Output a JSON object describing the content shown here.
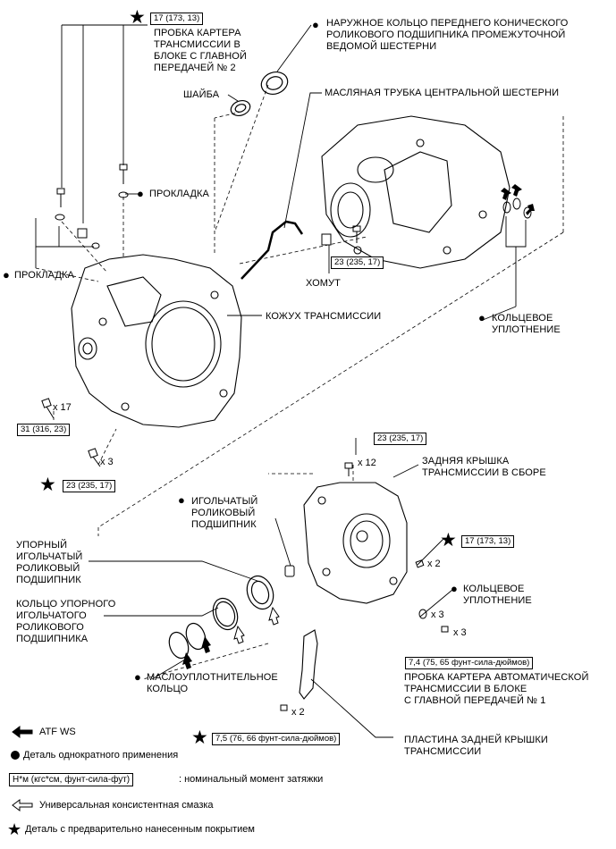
{
  "labels": {
    "plug1_lines": [
      "ПРОБКА КАРТЕРА",
      "ТРАНСМИССИИ В",
      "БЛОКЕ С ГЛАВНОЙ",
      "ПЕРЕДАЧЕЙ № 2"
    ],
    "outer_ring_lines": [
      "НАРУЖНОЕ КОЛЬЦО ПЕРЕДНЕГО КОНИЧЕСКОГО",
      "РОЛИКОВОГО ПОДШИПНИКА ПРОМЕЖУТОЧНОЙ",
      "ВЕДОМОЙ ШЕСТЕРНИ"
    ],
    "washer": "ШАЙБА",
    "oil_pipe": "МАСЛЯНАЯ ТРУБКА ЦЕНТРАЛЬНОЙ ШЕСТЕРНИ",
    "gasket_right": "ПРОКЛАДКА",
    "gasket_left": "ПРОКЛАДКА",
    "clamp": "ХОМУТ",
    "case": "КОЖУХ ТРАНСМИССИИ",
    "oring1_lines": [
      "КОЛЬЦЕВОЕ",
      "УПЛОТНЕНИЕ"
    ],
    "rear_cover_lines": [
      "ЗАДНЯЯ КРЫШКА",
      "ТРАНСМИССИИ В СБОРЕ"
    ],
    "needle_bearing_lines": [
      "ИГОЛЬЧАТЫЙ",
      "РОЛИКОВЫЙ",
      "ПОДШИПНИК"
    ],
    "thrust_bearing_lines": [
      "УПОРНЫЙ",
      "ИГОЛЬЧАТЫЙ",
      "РОЛИКОВЫЙ",
      "ПОДШИПНИК"
    ],
    "thrust_race_lines": [
      "КОЛЬЦО УПОРНОГО",
      "ИГОЛЬЧАТОГО",
      "РОЛИКОВОГО",
      "ПОДШИПНИКА"
    ],
    "oil_seal_lines": [
      "МАСЛОУПЛОТНИТЕЛЬНОЕ",
      "КОЛЬЦО"
    ],
    "oring2_lines": [
      "КОЛЬЦЕВОЕ",
      "УПЛОТНЕНИЕ"
    ],
    "plug2_lines": [
      "ПРОБКА КАРТЕРА АВТОМАТИЧЕСКОЙ",
      "ТРАНСМИССИИ В БЛОКЕ",
      "С ГЛАВНОЙ ПЕРЕДАЧЕЙ № 1"
    ],
    "plate_lines": [
      "ПЛАСТИНА ЗАДНЕЙ КРЫШКИ",
      "ТРАНСМИССИИ"
    ]
  },
  "torques": {
    "t_plug1": "17 (173, 13)",
    "t_clamp": "23 (235, 17)",
    "t_case17": "31 (316, 23)",
    "t_case3": "23 (235, 17)",
    "t_cover12": "23 (235, 17)",
    "t_plug2": "17 (173, 13)",
    "t_bolt3": "7,4 (75, 65 фунт-сила-дюймов)",
    "t_plate": "7,5 (76, 66 фунт-сила-дюймов)"
  },
  "counts": {
    "c17": "x 17",
    "c3": "x 3",
    "c12": "x 12",
    "c2a": "x 2",
    "c3b": "x 3",
    "c3c": "x 3",
    "c2b": "x 2"
  },
  "legend": {
    "atf": "ATF WS",
    "single_use": "Деталь однократного применения",
    "torque_box": "Н*м (кгс*см, фунт-сила-фут)",
    "torque_desc": ": номинальный момент затяжки",
    "grease": "Универсальная консистентная смазка",
    "precoated": "Деталь с предварительно нанесенным покрытием"
  }
}
